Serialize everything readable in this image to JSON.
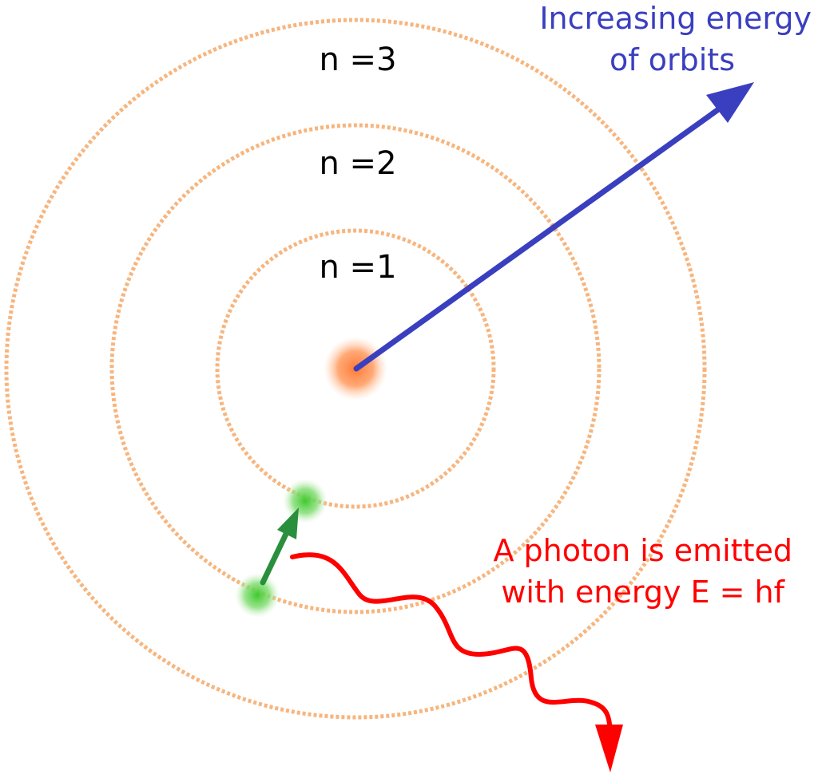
{
  "orbits": [
    {
      "label": "n =1"
    },
    {
      "label": "n =2"
    },
    {
      "label": "n =3"
    }
  ],
  "energy_annotation": {
    "line1": "Increasing energy",
    "line2": "of orbits"
  },
  "photon_annotation": {
    "line1": "A photon is emitted",
    "line2": "with energy E = hf"
  },
  "colors": {
    "orbit": "#f7b57e",
    "nucleus": "#ff8a4a",
    "electron": "#4ccd3c",
    "transition_arrow": "#2a8f3c",
    "energy_arrow": "#3a3fbf",
    "photon": "#ff0000",
    "label_text": "#000000"
  }
}
